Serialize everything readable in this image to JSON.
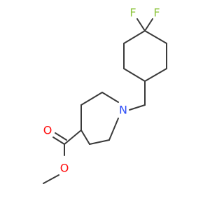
{
  "molecule": {
    "atoms": [
      {
        "id": "f1",
        "symbol": "F",
        "color": "#8ec63f"
      },
      {
        "id": "f2",
        "symbol": "F",
        "color": "#8ec63f"
      },
      {
        "id": "n1",
        "symbol": "N",
        "color": "#3050f8"
      },
      {
        "id": "o1",
        "symbol": "O",
        "color": "#ff0d0d"
      },
      {
        "id": "o2",
        "symbol": "O",
        "color": "#ff0d0d"
      }
    ],
    "bond_color": "#3a3a3a"
  }
}
